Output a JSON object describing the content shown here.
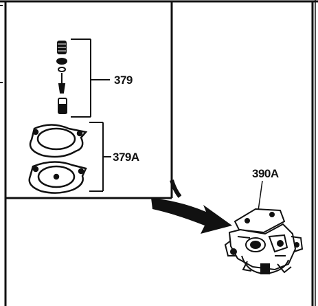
{
  "diagram": {
    "labels": {
      "part_379": "379",
      "part_379a": "379A",
      "part_390a": "390A"
    },
    "colors": {
      "line": "#111111",
      "background": "#ffffff"
    },
    "icons": {
      "needle_seat_kit": "needle-valve-assembly-icon",
      "gasket_pair": "gasket-icon",
      "carburetor": "carburetor-icon",
      "pointer": "curved-arrow-icon"
    }
  }
}
